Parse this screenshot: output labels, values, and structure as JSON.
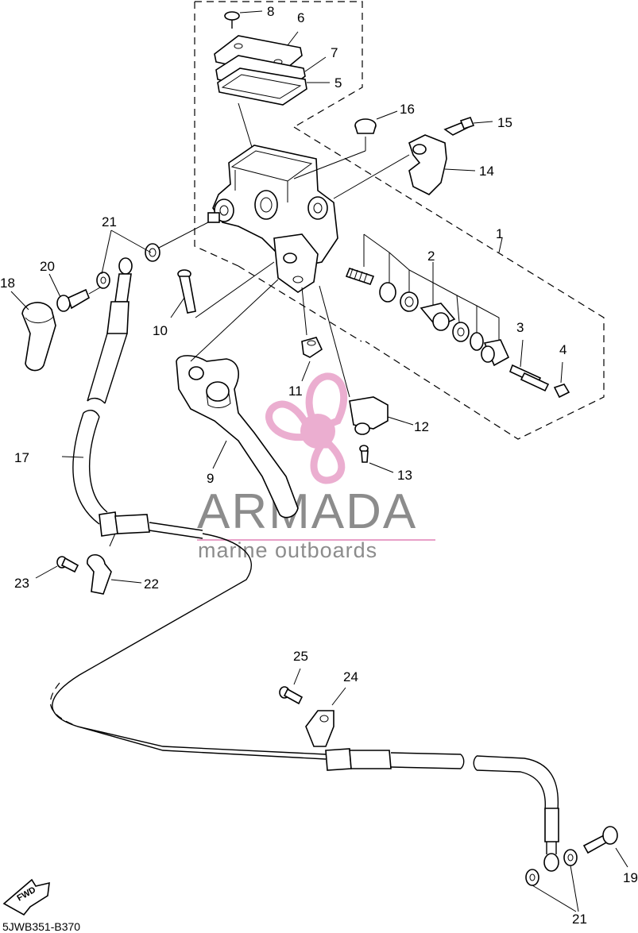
{
  "diagram": {
    "part_callouts": [
      "1",
      "2",
      "3",
      "4",
      "5",
      "6",
      "7",
      "8",
      "9",
      "10",
      "11",
      "12",
      "13",
      "14",
      "15",
      "16",
      "17",
      "18",
      "19",
      "20",
      "21",
      "22",
      "23",
      "24",
      "25"
    ],
    "repeat_callout": "21",
    "diagram_code": "5JWB351-B370",
    "direction_marker": "FWD"
  },
  "watermark": {
    "brand": "ARMADA",
    "tagline": "marine outboards",
    "colors": {
      "propeller": "#e8a0c8",
      "text": "#8c8c8c",
      "rule": "#e8a0c8"
    }
  }
}
